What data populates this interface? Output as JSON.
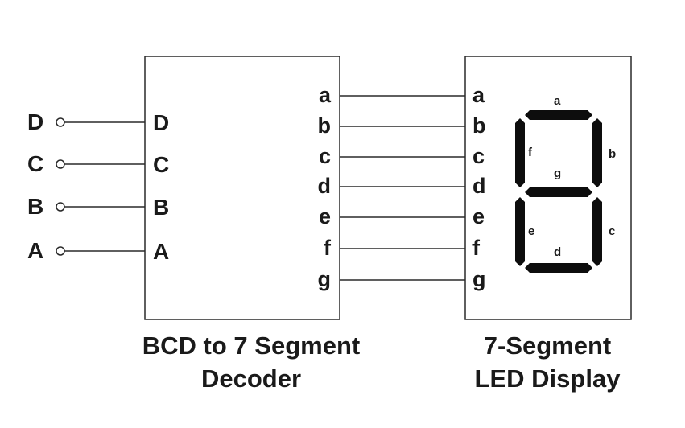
{
  "inputs": {
    "labels": [
      "D",
      "C",
      "B",
      "A"
    ]
  },
  "decoder": {
    "input_pins": [
      "D",
      "C",
      "B",
      "A"
    ],
    "output_pins": [
      "a",
      "b",
      "c",
      "d",
      "e",
      "f",
      "g"
    ],
    "caption_line1": "BCD to 7 Segment",
    "caption_line2": "Decoder"
  },
  "display": {
    "input_pins": [
      "a",
      "b",
      "c",
      "d",
      "e",
      "f",
      "g"
    ],
    "segment_labels": {
      "a": "a",
      "b": "b",
      "c": "c",
      "d": "d",
      "e": "e",
      "f": "f",
      "g": "g"
    },
    "caption_line1": "7-Segment",
    "caption_line2": "LED Display"
  },
  "colors": {
    "line": "#2a2a2a",
    "segment": "#0d0d0d",
    "background": "#ffffff"
  }
}
